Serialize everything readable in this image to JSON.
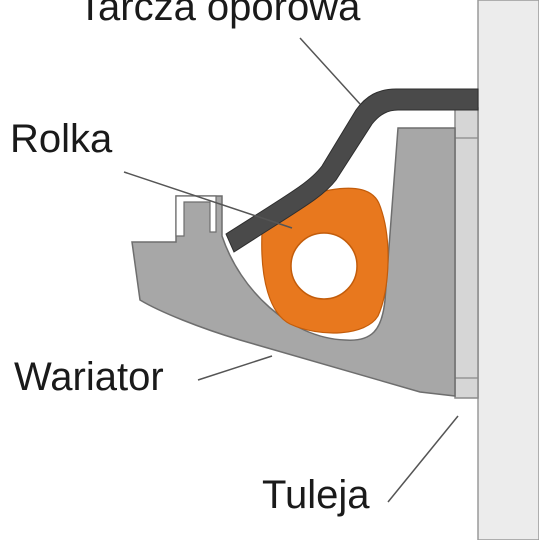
{
  "labels": {
    "thrust_plate": "Tarcza oporowa",
    "roller": "Rolka",
    "variator": "Wariator",
    "bushing": "Tuleja"
  },
  "colors": {
    "background": "#ffffff",
    "wall": "#ececec",
    "wall_edge": "#9a9a9a",
    "variator_body": "#a7a7a7",
    "body_edge": "#6e6e6e",
    "bushing": "#d6d6d6",
    "thrust_plate": "#4a4a4a",
    "roller": "#e8781e",
    "roller_hole": "#ffffff",
    "leader_line": "#555555",
    "text": "#1a1a1a"
  }
}
